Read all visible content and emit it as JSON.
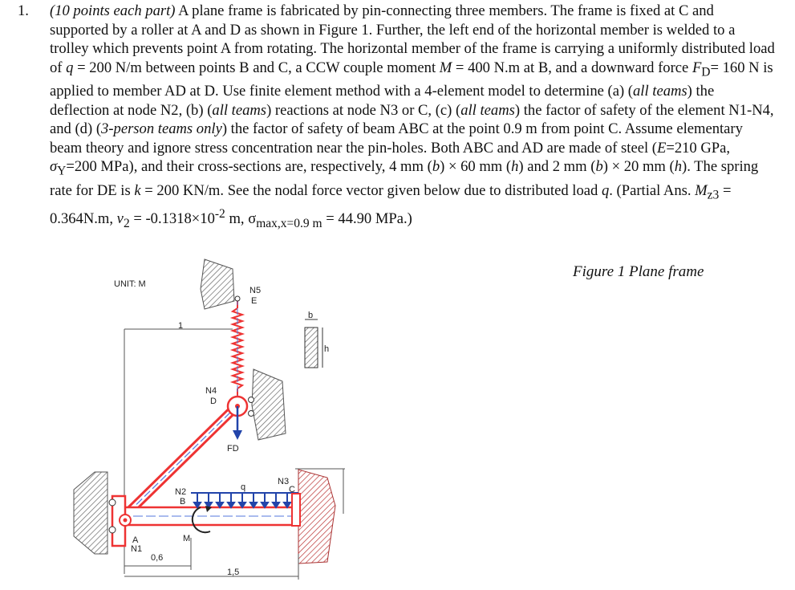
{
  "problem": {
    "number": "1.",
    "points": "(10 points each part)",
    "intro": " A plane frame is fabricated by pin-connecting three members. The frame is fixed at C and supported by a roller at A and D as shown in Figure 1. Further, the left end of the horizontal member is welded to a trolley which prevents point A from rotating. The horizontal member of the frame is carrying a uniformly distributed load of ",
    "q_sym": "q",
    "q_val": " = 200 N/m between points B and C, a CCW couple moment ",
    "M_sym": "M",
    "M_val": " = 400 N.m at B, and a downward force ",
    "F_sym": "F",
    "F_sub": "D",
    "F_val": "= 160 N is applied to member AD at D. Use finite element method with a 4-element model to determine (a) (",
    "all1": "all teams",
    "txt_a": ") the deflection at node N2, (b) (",
    "all2": "all teams",
    "txt_b": ") reactions at node N3 or C, (c) (",
    "all3": "all teams",
    "txt_c": ") the factor of safety of the element N1-N4, and (d) (",
    "three": "3-person teams only",
    "txt_d": ") the factor of safety of beam ABC at the point 0.9 m from point C. Assume elementary beam theory and ignore stress concentration near the pin-holes. Both ABC and AD are made of steel (",
    "E_sym": "E",
    "E_val": "=210 GPa, ",
    "sig_sym": "σ",
    "sig_sub": "Y",
    "sig_val": "=200 MPa), and their cross-sections are, respectively, 4 mm (",
    "b1": "b",
    "t1": ") × 60 mm (",
    "h1": "h",
    "t2": ") and 2 mm (",
    "b2": "b",
    "t3": ") × 20 mm (",
    "h2": "h",
    "t4": "). The spring rate for DE is ",
    "k_sym": "k",
    "k_val": " = 200 KN/m. See the nodal force vector given below due to distributed load ",
    "q2": "q",
    "partial": ". (Partial Ans. ",
    "Mz_sym": "M",
    "Mz_sub": "z3",
    "Mz_val": " = 0.364N.m, ",
    "v_sym": "v",
    "v_sub": "2",
    "v_val": " = -0.1318×10",
    "v_exp": "-2",
    "v_unit": " m, σ",
    "s_sub": "max,x=0.9 m",
    "s_val": " = 44.90 MPa.)"
  },
  "figure": {
    "caption": "Figure 1 Plane frame",
    "unit": "UNIT: M",
    "labels": {
      "n1": "N1",
      "a": "A",
      "n2": "N2",
      "b": "B",
      "m": "M",
      "n3": "N3",
      "c": "C",
      "n4": "N4",
      "d": "D",
      "fd": "FD",
      "n5": "N5",
      "e": "E",
      "q": "q",
      "dim_06": "0,6",
      "dim_15": "1,5",
      "dim_1": "1",
      "sec_b": "b",
      "sec_h": "h"
    }
  }
}
